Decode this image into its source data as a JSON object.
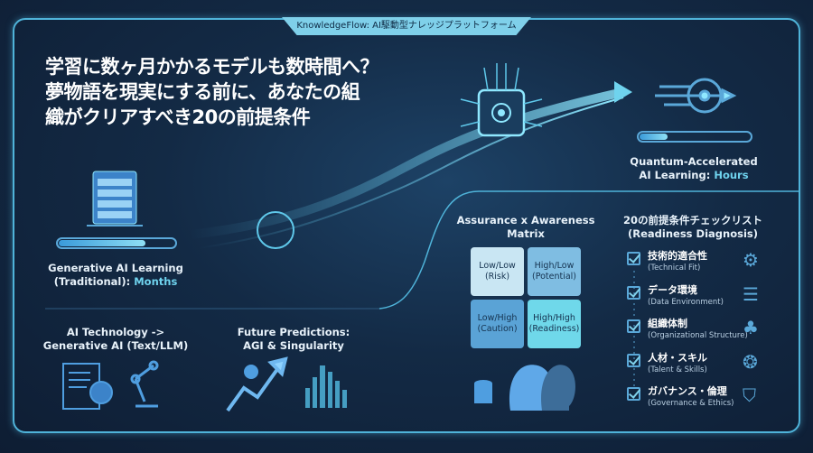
{
  "header": {
    "tab_title": "KnowledgeFlow: AI駆動型ナレッジプラットフォーム",
    "headline": [
      "学習に数ヶ月かかるモデルも数時間へ？",
      "夢物語を現実にする前に、あなたの組",
      "織がクリアすべき20の前提条件"
    ]
  },
  "traditional": {
    "label_line1": "Generative AI Learning",
    "label_line2": "(Traditional): ",
    "value": "Months",
    "progress": 0.75
  },
  "quantum": {
    "label_line1": "Quantum-Accelerated",
    "label_line2": "AI Learning: ",
    "value": "Hours",
    "progress": 0.25
  },
  "ai_tech": {
    "line1": "AI Technology ->",
    "line2": "Generative AI (Text/LLM)"
  },
  "future": {
    "line1": "Future Predictions:",
    "line2": "AGI & Singularity"
  },
  "matrix": {
    "title_line1": "Assurance x Awareness",
    "title_line2": "Matrix",
    "cells": [
      {
        "l1": "Low/Low",
        "l2": "(Risk)",
        "color": "#c9e6f3"
      },
      {
        "l1": "High/Low",
        "l2": "(Potential)",
        "color": "#7fbde2"
      },
      {
        "l1": "Low/High",
        "l2": "(Caution)",
        "color": "#5aa3d6"
      },
      {
        "l1": "High/High",
        "l2": "(Readiness)",
        "color": "#6fd8ea"
      }
    ]
  },
  "checklist": {
    "title_line1": "20の前提条件チェックリスト",
    "title_line2": "(Readiness Diagnosis)",
    "items": [
      {
        "jp": "技術的適合性",
        "en": "(Technical Fit)",
        "icon": "gears-icon"
      },
      {
        "jp": "データ環境",
        "en": "(Data Environment)",
        "icon": "database-icon"
      },
      {
        "jp": "組織体制",
        "en": "(Organizational Structure)",
        "icon": "org-chart-icon"
      },
      {
        "jp": "人材・スキル",
        "en": "(Talent & Skills)",
        "icon": "brain-icon"
      },
      {
        "jp": "ガバナンス・倫理",
        "en": "(Governance & Ethics)",
        "icon": "shield-check-icon"
      }
    ]
  },
  "colors": {
    "accent": "#4fb3d9",
    "highlight": "#6fd3ee",
    "background": "#132a45"
  }
}
